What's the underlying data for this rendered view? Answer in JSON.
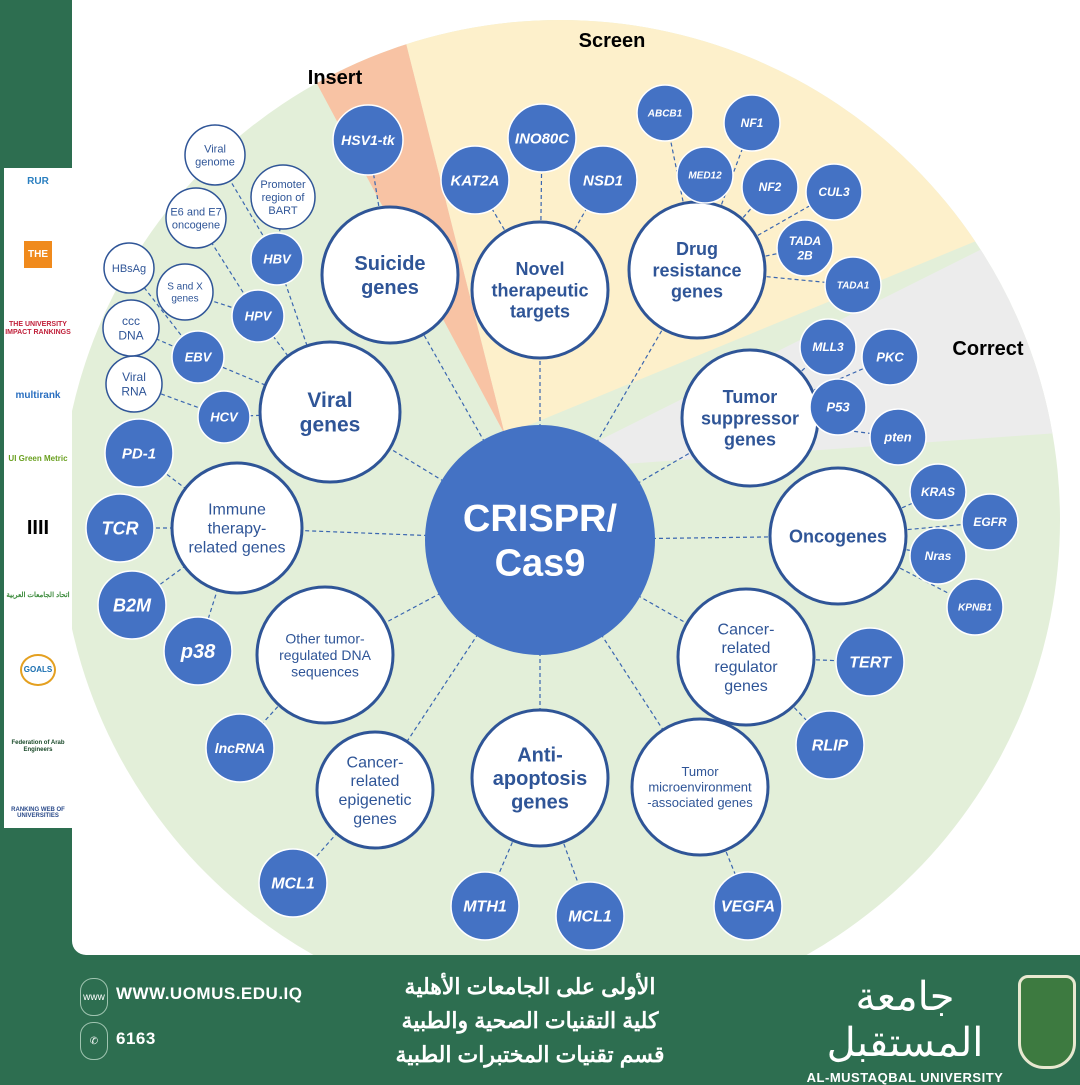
{
  "colors": {
    "node_fill": "#4472c4",
    "insert": "#f8c3a4",
    "screen": "#fdf0cb",
    "correct": "#ececec",
    "base": "#e3efd9",
    "frame": "#2d6e50"
  },
  "sections": {
    "insert": "Insert",
    "screen": "Screen",
    "correct": "Correct"
  },
  "center": "CRISPR/\nCas9",
  "hubs": [
    {
      "label": "Suicide\ngenes",
      "children": [
        "HSV1-tk"
      ]
    },
    {
      "label": "Novel\ntherapeutic\ntargets",
      "children": [
        "KAT2A",
        "INO80C",
        "NSD1"
      ]
    },
    {
      "label": "Drug\nresistance\ngenes",
      "children": [
        "ABCB1",
        "NF1",
        "MED12",
        "NF2",
        "CUL3",
        "TADA\n2B",
        "TADA1"
      ]
    },
    {
      "label": "Tumor\nsuppressor\ngenes",
      "children": [
        "MLL3",
        "PKC",
        "P53",
        "pten"
      ]
    },
    {
      "label": "Oncogenes",
      "children": [
        "KRAS",
        "EGFR",
        "Nras",
        "KPNB1"
      ]
    },
    {
      "label": "Cancer-\nrelated\nregulator\ngenes",
      "children": [
        "TERT",
        "RLIP"
      ]
    },
    {
      "label": "Tumor\nmicroenvironment\n-associated genes",
      "children": [
        "VEGFA"
      ]
    },
    {
      "label": "Anti-\napoptosis\ngenes",
      "children": [
        "MTH1",
        "MCL1"
      ]
    },
    {
      "label": "Cancer-\nrelated\nepigenetic\ngenes",
      "children": [
        "MCL1"
      ]
    },
    {
      "label": "Other tumor-\nregulated DNA\nsequences",
      "children": [
        "lncRNA"
      ]
    },
    {
      "label": "Immune\ntherapy-\nrelated genes",
      "children": [
        "PD-1",
        "TCR",
        "B2M",
        "p38"
      ]
    },
    {
      "label": "Viral\ngenes",
      "children": [
        "HCV",
        "EBV",
        "HPV",
        "HBV"
      ]
    }
  ],
  "viral_targets": [
    {
      "parent": "HCV",
      "label": "Viral\nRNA"
    },
    {
      "parent": "EBV",
      "label": "ccc\nDNA"
    },
    {
      "parent": "EBV",
      "label": "HBsAg"
    },
    {
      "parent": "HPV",
      "label": "S and X\ngenes"
    },
    {
      "parent": "HPV",
      "label": "E6 and E7\noncogene"
    },
    {
      "parent": "HBV",
      "label": "Viral\ngenome"
    },
    {
      "parent": "HBV",
      "label": "Promoter\nregion of\nBART"
    }
  ],
  "sidebar_logos": [
    "RUR",
    "THE",
    "THE UNIVERSITY IMPACT RANKINGS",
    "multirank",
    "UI Green Metric",
    "IIII",
    "اتحاد الجامعات العربية",
    "GOALS",
    "Federation of Arab Engineers",
    "RANKING WEB OF UNIVERSITIES"
  ],
  "footer": {
    "website": "WWW.UOMUS.EDU.IQ",
    "phone": "6163",
    "arabic_lines": [
      "الأولى على الجامعات الأهلية",
      "كلية التقنيات الصحية والطبية",
      "قسم تقنيات المختبرات الطبية"
    ],
    "university_ar": "جامعة المستقبل",
    "university_en": "AL-MUSTAQBAL UNIVERSITY"
  }
}
